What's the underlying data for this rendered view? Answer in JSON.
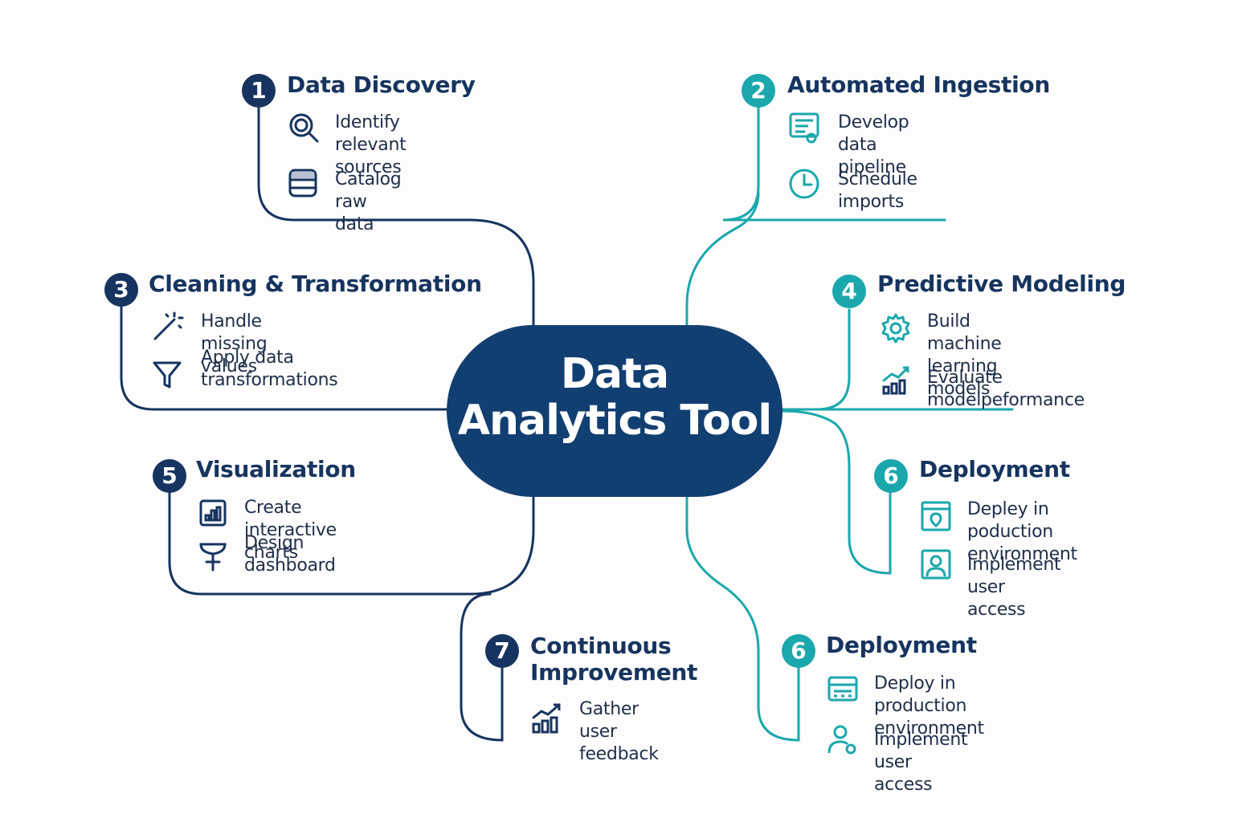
{
  "center": {
    "line1": "Data",
    "line2": "Analytics Tool"
  },
  "colors": {
    "navy": "#16345f",
    "teal": "#1aa8ad",
    "center_fill": "#123f72"
  },
  "nodes": [
    {
      "number": "1",
      "title": "Data Discovery",
      "items": [
        {
          "icon": "magnifier-icon",
          "line1": "Identify relevant",
          "line2": "sources"
        },
        {
          "icon": "database-icon",
          "line1": "Catalog raw data",
          "line2": ""
        }
      ]
    },
    {
      "number": "2",
      "title": "Automated Ingestion",
      "items": [
        {
          "icon": "pipeline-document-icon",
          "line1": "Develop data",
          "line2": "pipeline"
        },
        {
          "icon": "clock-icon",
          "line1": "Schedule imports",
          "line2": ""
        }
      ]
    },
    {
      "number": "3",
      "title": "Cleaning & Transformation",
      "items": [
        {
          "icon": "magic-wand-icon",
          "line1": "Handle missing values",
          "line2": ""
        },
        {
          "icon": "filter-funnel-icon",
          "line1": "Apply data transformations",
          "line2": ""
        }
      ]
    },
    {
      "number": "4",
      "title": "Predictive Modeling",
      "items": [
        {
          "icon": "gear-icon",
          "line1": "Build machine",
          "line2": "learning models"
        },
        {
          "icon": "trend-chart-icon",
          "line1": "Evaluate modelpeformance",
          "line2": ""
        }
      ]
    },
    {
      "number": "5",
      "title": "Visualization",
      "items": [
        {
          "icon": "bar-chart-icon",
          "line1": "Create interactive charts",
          "line2": ""
        },
        {
          "icon": "dashboard-stand-icon",
          "line1": "Design dashboard",
          "line2": ""
        }
      ]
    },
    {
      "number": "6",
      "title": "Deployment",
      "items": [
        {
          "icon": "deploy-box-icon",
          "line1": "Depley in poduction",
          "line2": "environment"
        },
        {
          "icon": "user-access-icon",
          "line1": "Implement user access",
          "line2": ""
        }
      ]
    },
    {
      "number": "6",
      "title": "Deployment",
      "items": [
        {
          "icon": "server-icon",
          "line1": "Deploy in production",
          "line2": "environment"
        },
        {
          "icon": "user-settings-icon",
          "line1": "Implement user access",
          "line2": ""
        }
      ]
    },
    {
      "number": "7",
      "title": "Continuous Improvement",
      "items": [
        {
          "icon": "growth-chart-icon",
          "line1": "Gather user",
          "line2": "feedback"
        }
      ]
    }
  ]
}
